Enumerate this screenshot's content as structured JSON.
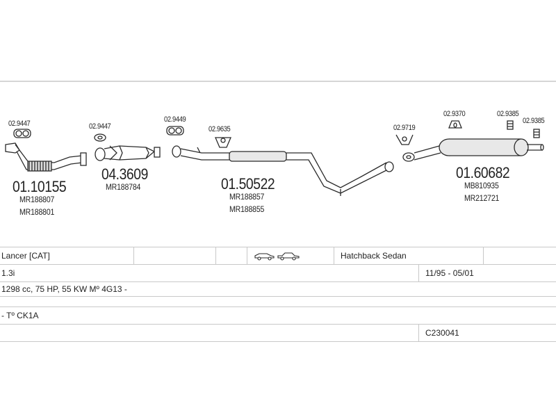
{
  "parts": {
    "clamp_1": "02.9447",
    "clamp_2": "02.9447",
    "clamp_3": "02.9449",
    "clamp_4": "02.9635",
    "clamp_5": "02.9719",
    "clamp_6": "02.9370",
    "clamp_7": "02.9385",
    "clamp_8": "02.9385",
    "front_pipe": {
      "code": "01.10155",
      "oem": [
        "MR188807",
        "MR188801"
      ]
    },
    "catalyst": {
      "code": "04.3609",
      "oem": [
        "MR188784"
      ]
    },
    "middle_silencer": {
      "code": "01.50522",
      "oem": [
        "MR188857",
        "MR188855"
      ]
    },
    "rear_silencer": {
      "code": "01.60682",
      "oem": [
        "MB810935",
        "MR212721"
      ]
    }
  },
  "vehicle": {
    "model": "Lancer   [CAT]",
    "body_type": "Hatchback Sedan",
    "engine": "1.3i",
    "years": "11/95 - 05/01",
    "spec": "1298 cc, 75 HP, 55 KW Mº 4G13 -",
    "chassis": "- Tº CK1A",
    "catalog_no": "C230041"
  },
  "icons": [
    "hatchback-car-icon",
    "sedan-car-icon"
  ],
  "colors": {
    "line": "#2a2a2a",
    "grid": "#c8c8c8",
    "fill": "#e8e8e8"
  }
}
